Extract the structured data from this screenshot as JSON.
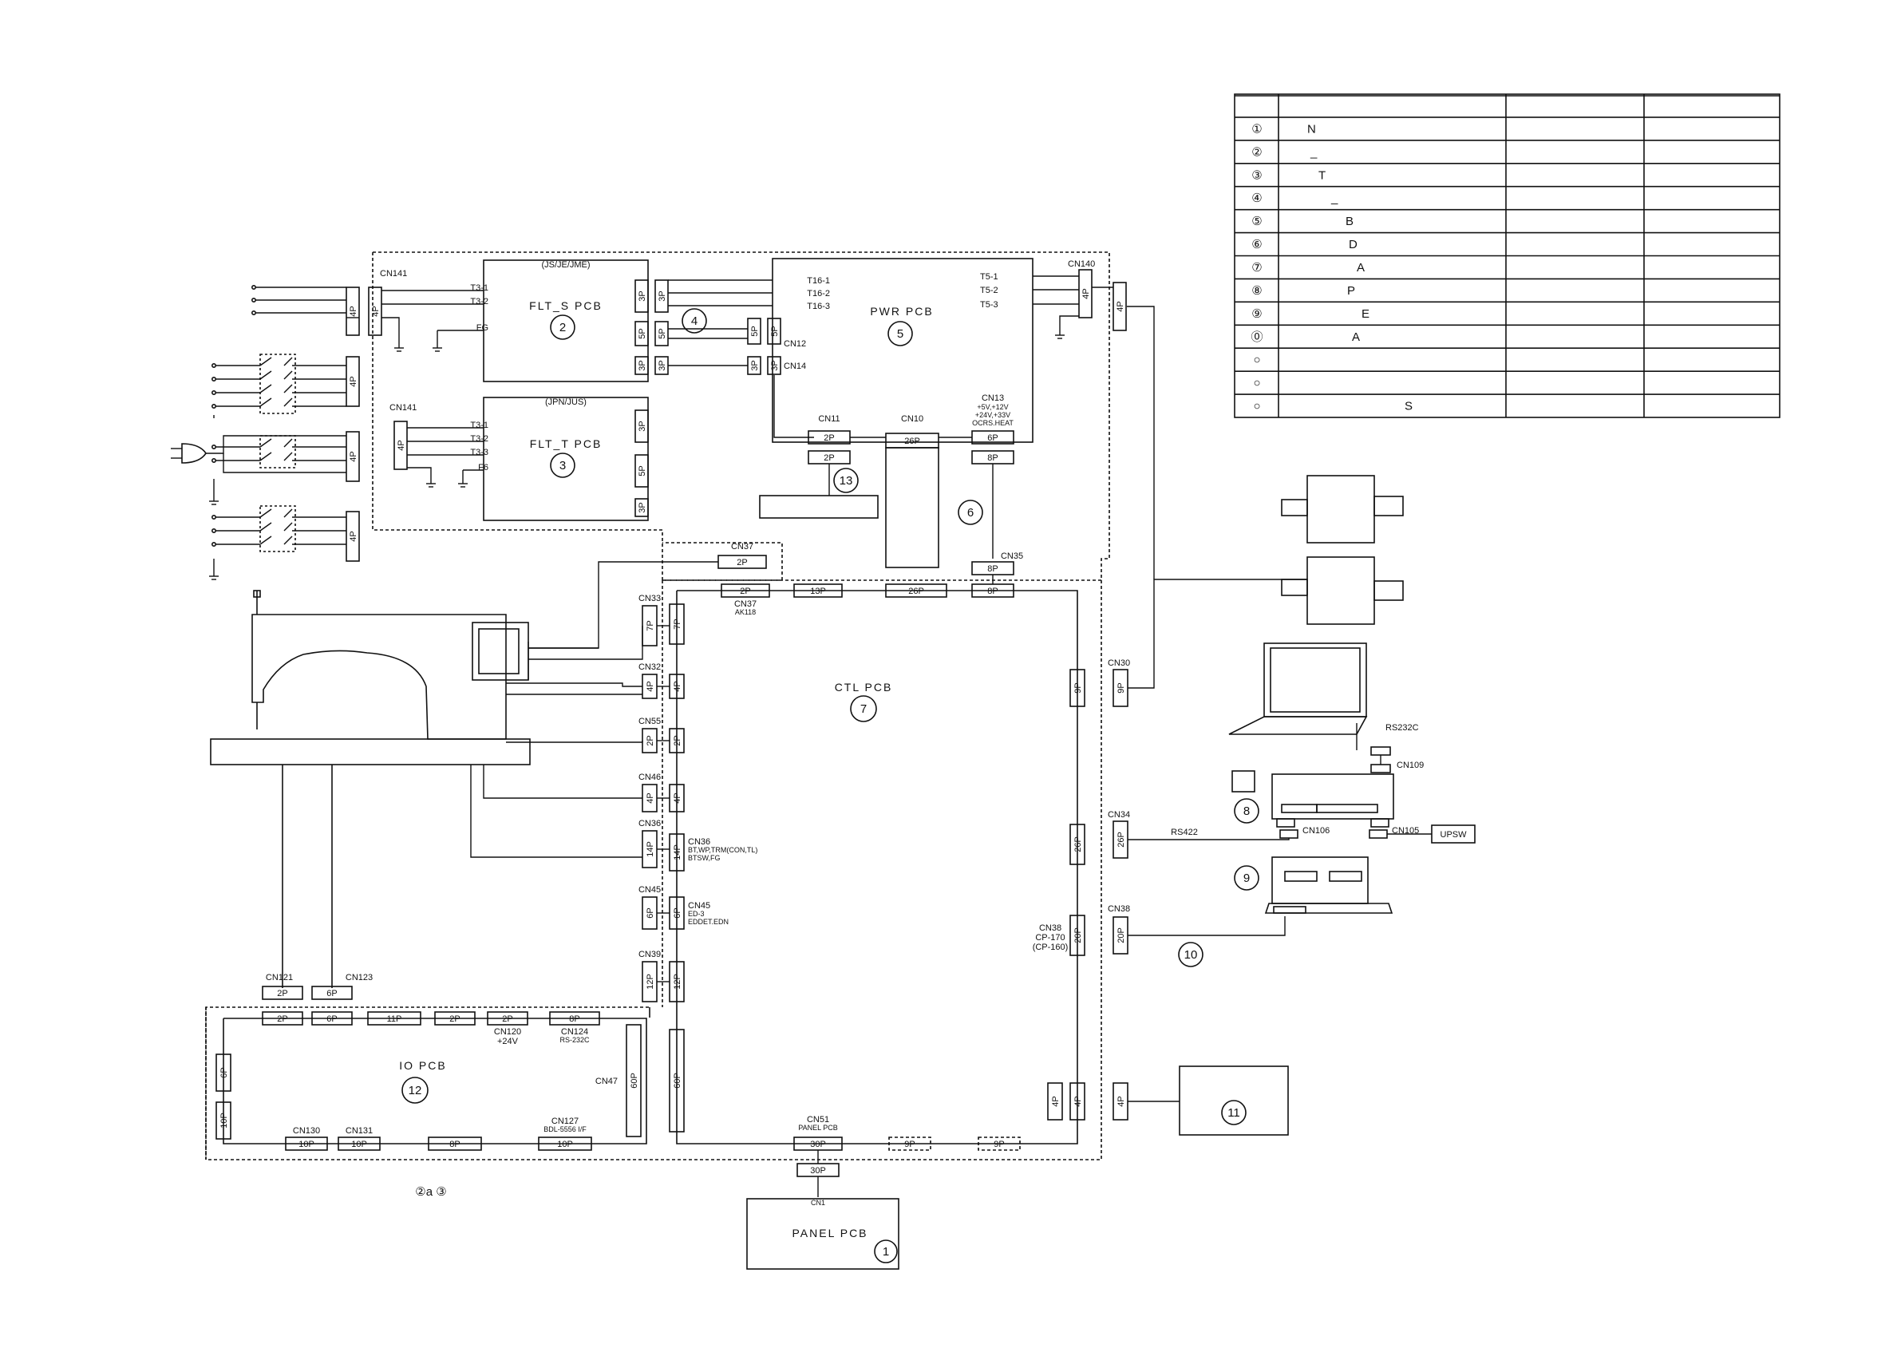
{
  "legend": {
    "rows": [
      {
        "mark": "①",
        "text": "N"
      },
      {
        "mark": "②",
        "text": "_"
      },
      {
        "mark": "③",
        "text": "T"
      },
      {
        "mark": "④",
        "text": "_"
      },
      {
        "mark": "⑤",
        "text": "B"
      },
      {
        "mark": "⑥",
        "text": "D"
      },
      {
        "mark": "⑦",
        "text": "A"
      },
      {
        "mark": "⑧",
        "text": "P"
      },
      {
        "mark": "⑨",
        "text": "E"
      },
      {
        "mark": "⓪",
        "text": "A"
      },
      {
        "mark": "○",
        "text": ""
      },
      {
        "mark": "○",
        "text": ""
      },
      {
        "mark": "○",
        "text": "S"
      }
    ]
  },
  "labels": {
    "cn141_top": "CN141",
    "cn141_mid": "CN141",
    "cn140": "CN140",
    "js_je_jme": "(JS/JE/JME)",
    "jpn_jus": "(JPN/JUS)",
    "flt_s_pcb": "FLT_S PCB",
    "flt_t_pcb": "FLT_T PCB",
    "pwr_pcb": "PWR PCB",
    "ctl_pcb": "CTL PCB",
    "io_pcb": "IO PCB",
    "panel_pcb": "PANEL PCB",
    "t3_1": "T3-1",
    "t3_2": "T3-2",
    "t3_3": "T3-3",
    "fg": "FG",
    "f6": "F6",
    "t16_1": "T16-1",
    "t16_2": "T16-2",
    "t16_3": "T16-3",
    "t5_1": "T5-1",
    "t5_2": "T5-2",
    "t5_3": "T5-3",
    "cn12": "CN12",
    "cn14": "CN14",
    "cn11": "CN11",
    "cn10": "CN10",
    "cn13": "CN13",
    "cn13_v1": "+5V,+12V",
    "cn13_v2": "+24V,+33V",
    "cn13_v3": "OCRS.HEAT",
    "cn35": "CN35",
    "cn37_top": "CN37",
    "cn37_ctl": "CN37",
    "ak118": "AK118",
    "cn33": "CN33",
    "cn32": "CN32",
    "cn55": "CN55",
    "cn46": "CN46",
    "cn36_left": "CN36",
    "cn36": "CN36",
    "cn36_d1": "BT,WP,TRM(CON,TL)",
    "cn36_d2": "BTSW,FG",
    "cn45_left": "CN45",
    "cn45": "CN45",
    "cn45_d1": "ED-3",
    "cn45_d2": "EDDET.EDN",
    "cn39": "CN39",
    "cn30": "CN30",
    "cn34": "CN34",
    "cn38_right": "CN38",
    "cn38": "CN38",
    "cn38_d1": "CP-170",
    "cn38_d2": "(CP-160)",
    "rs232c": "RS232C",
    "cn109": "CN109",
    "rs422": "RS422",
    "cn106": "CN106",
    "cn105": "CN105",
    "upsw": "UPSW",
    "cn121": "CN121",
    "cn123": "CN123",
    "cn120": "CN120",
    "cn120_v": "+24V",
    "cn124": "CN124",
    "cn124_v": "RS-232C",
    "cn47": "CN47",
    "cn130": "CN130",
    "cn131": "CN131",
    "cn127": "CN127",
    "cn127_v": "BDL-5556 I/F",
    "cn51": "CN51",
    "cn51_v": "PANEL PCB",
    "cn1": "CN1",
    "footnote": "②a ③"
  },
  "circled": {
    "c1": "1",
    "c2": "2",
    "c3": "3",
    "c4": "4",
    "c5": "5",
    "c6": "6",
    "c7": "7",
    "c8": "8",
    "c9": "9",
    "c10": "10",
    "c11": "11",
    "c12": "12",
    "c13": "13"
  },
  "pins": {
    "p4": "4P",
    "p3": "3P",
    "p5": "5P",
    "p2": "2P",
    "p6": "6P",
    "p7": "7P",
    "p8": "8P",
    "p9": "9P",
    "p10": "10P",
    "p11": "11P",
    "p12": "12P",
    "p13": "13P",
    "p14": "14P",
    "p20": "20P",
    "p26": "26P",
    "p30": "30P",
    "p60": "60P"
  }
}
